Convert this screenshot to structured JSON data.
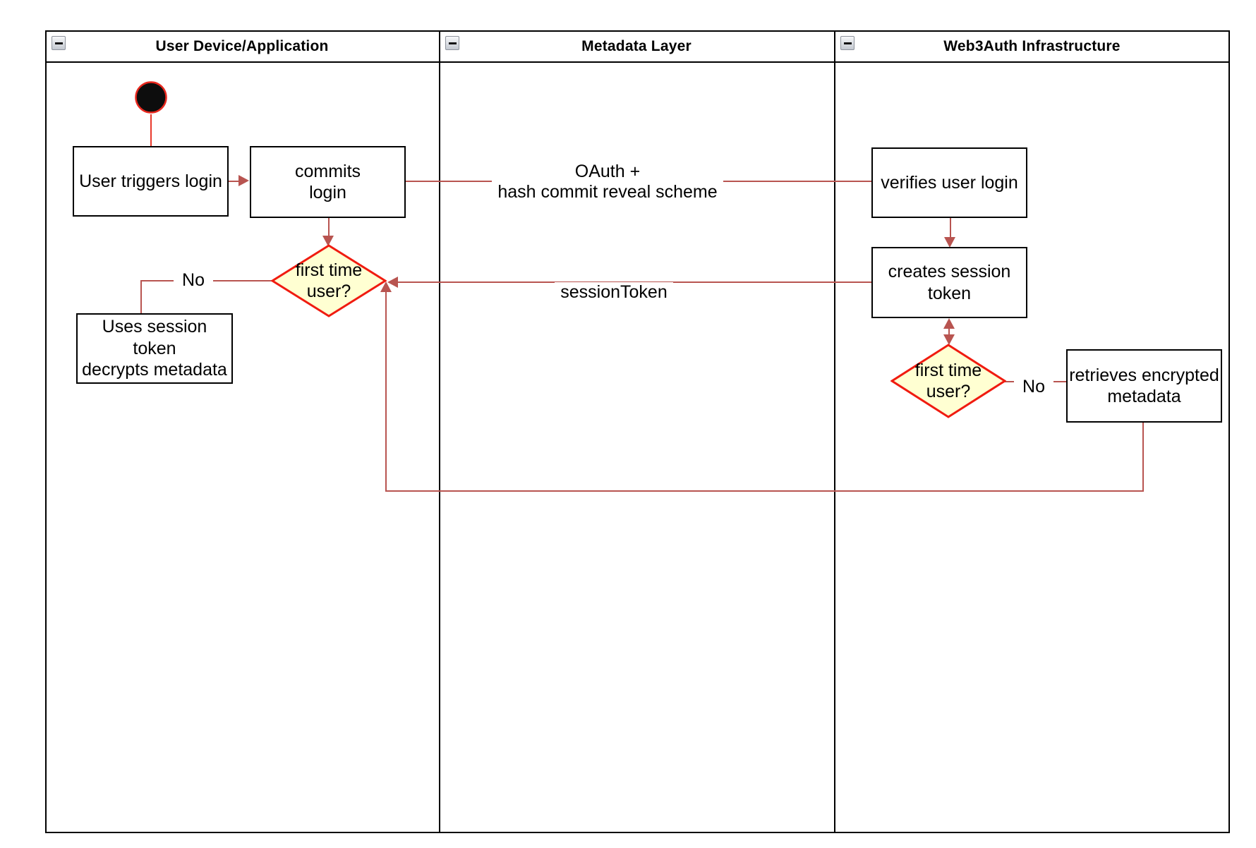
{
  "diagram": {
    "type": "swimlane-activity-diagram",
    "lanes": [
      {
        "title": "User Device/Application"
      },
      {
        "title": "Metadata Layer"
      },
      {
        "title": "Web3Auth Infrastructure"
      }
    ],
    "nodes": {
      "user_triggers_login": "User triggers login",
      "commits_login": "commits\nlogin",
      "uses_session_token": "Uses session\ntoken\ndecrypts metadata",
      "verifies_user_login": "verifies user login",
      "creates_session_token": "creates session\ntoken",
      "retrieves_encrypted_metadata": "retrieves encrypted\nmetadata",
      "decision_first_time_user_1": "first time\nuser?",
      "decision_first_time_user_2": "first time\nuser?"
    },
    "edge_labels": {
      "oauth": "OAuth +\nhash commit reveal scheme",
      "session_token": "sessionToken",
      "no_left": "No",
      "no_right": "No"
    },
    "colors": {
      "edge": "#b85450",
      "bright_red": "#e8392b",
      "decision_border": "#f01b10",
      "decision_fill": "#ffffd2",
      "node_border": "#000000",
      "initial_node_fill": "#0d0d0d",
      "lane_border": "#000000"
    }
  }
}
